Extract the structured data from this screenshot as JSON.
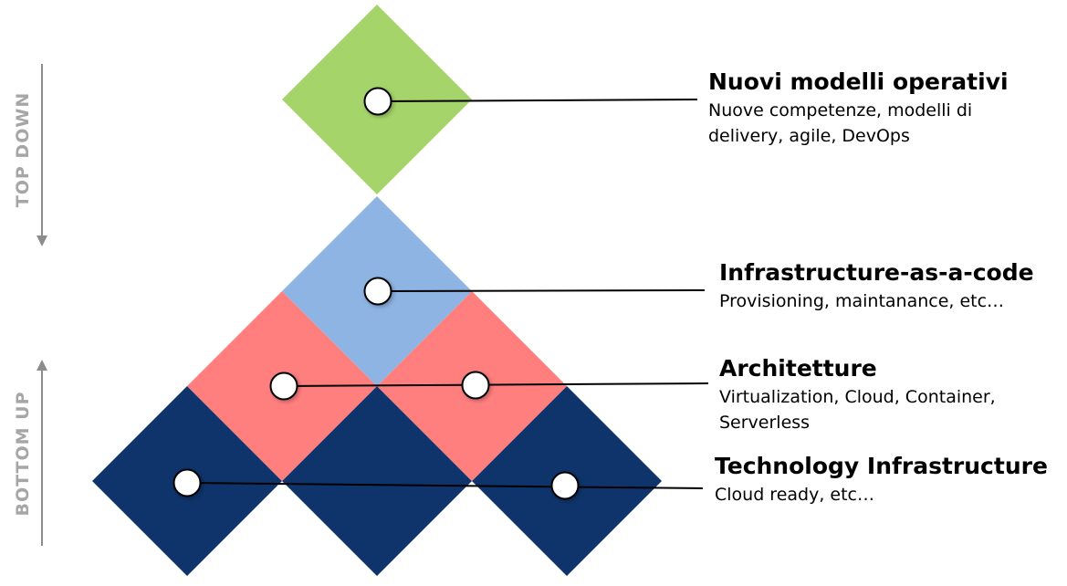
{
  "side_labels": {
    "top_down": "TOP DOWN",
    "bottom_up": "BOTTOM UP"
  },
  "layers": [
    {
      "title": "Nuovi modelli operativi",
      "description": "Nuove competenze, modelli di delivery, agile, DevOps",
      "color": "#a5d46a"
    },
    {
      "title": "Infrastructure-as-a-code",
      "description": "Provisioning, maintanance, etc…",
      "color": "#8eb4e3"
    },
    {
      "title": "Architetture",
      "description": "Virtualization, Cloud, Container, Serverless",
      "color": "#ff7f7f"
    },
    {
      "title": "Technology Infrastructure",
      "description": "Cloud ready, etc…",
      "color": "#0e346b"
    }
  ],
  "colors": {
    "arrow": "#8c8c8c",
    "connector": "#000000",
    "node_fill": "#ffffff",
    "node_stroke": "#000000",
    "side_label": "#a6a6a6"
  }
}
